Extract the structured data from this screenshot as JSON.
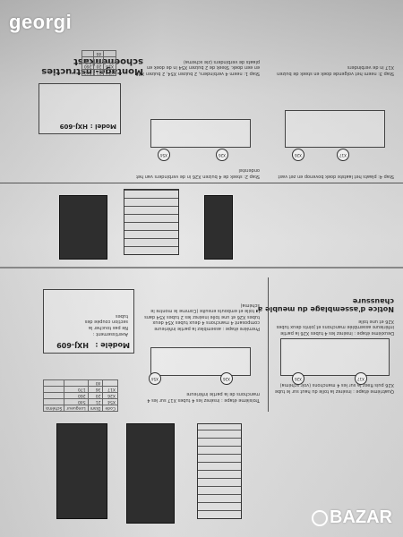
{
  "watermark": {
    "top_brand": "georgi",
    "bottom_brand": "BAZAR"
  },
  "left_half": {
    "notice_title": "Notice d'assemblage du meuble a' chaussure",
    "model_label": "Modèle :",
    "model_code": "HXJ-609",
    "warning_label": "Avertissement :",
    "warning_text": "Ne pas toucher la section coupée des tubes",
    "table": {
      "headers": [
        "Code",
        "Diam",
        "Longueur",
        "Schéma"
      ],
      "rows": [
        [
          "X54",
          "21",
          "540",
          ""
        ],
        [
          "X26",
          "20",
          "260",
          ""
        ],
        [
          "X17",
          "36",
          "170",
          ""
        ],
        [
          "",
          "40",
          "",
          ""
        ]
      ]
    },
    "step1": "Première étape : assemblez la partie inférieure composant 4 manchons 4 deux tubes X54 deux tubes X26 et une toile insérez les 2 tubes X54 dans la toile et embouts ensuite (Comme le montre le schéma)",
    "step2": "Deuxième étape : insérez les 4 tubes X26 la partie inférieure assemblée manchons et joints deux tubes X26 et une toile",
    "step3": "Troisième étape : insérez les 4 tubes X17 sur les 4 manchons de la partie inférieure",
    "step4": "Quatrième étape : insérez la toile du haut sur le tube X26 puis fixez la sur les 4 manchons (voir schéma)",
    "badges": [
      "X26",
      "X54",
      "X17",
      "X26"
    ]
  },
  "right_half": {
    "title": "Montage-instructies schoenenkast",
    "model_label": "Model :",
    "model_code": "HXJ-609",
    "step1": "Stap 1: neem 4 verbinders, 2 buizen X54, 2 buizen X26 en een doek. Steek de 2 buizen X54 in de doek en plaats de verbinders (zie schema)",
    "step2": "Stap 2: steek de 4 buizen X26 in de verbinders van het onderstel",
    "step3": "Stap 3: neem het volgende doek en steek de buizen X17 in de verbinders",
    "step4": "Stap 4: plaats het laatste doek bovenop en zet vast",
    "table": {
      "rows": [
        [
          "X54",
          "21",
          "540"
        ],
        [
          "X26",
          "20",
          "260"
        ],
        [
          "X17",
          "36",
          "170"
        ],
        [
          "",
          "46",
          ""
        ]
      ]
    },
    "badges": [
      "X26",
      "X54",
      "X17",
      "X26"
    ]
  }
}
